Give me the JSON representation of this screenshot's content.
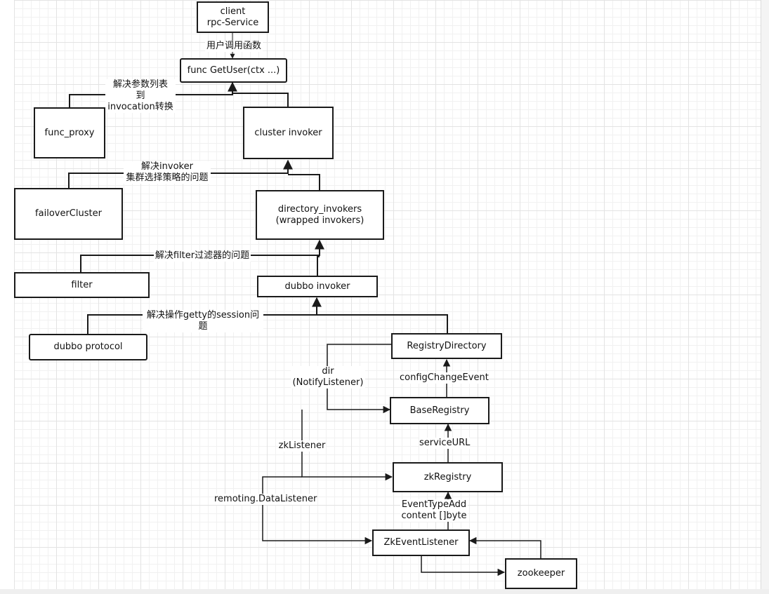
{
  "nodes": {
    "client": "client\nrpc-Service",
    "get_user": "func GetUser(ctx ...)",
    "func_proxy": "func_proxy",
    "cluster_invoker": "cluster invoker",
    "failover_cluster": "failoverCluster",
    "directory_invokers": "directory_invokers\n(wrapped invokers)",
    "filter": "filter",
    "dubbo_invoker": "dubbo invoker",
    "dubbo_protocol": "dubbo protocol",
    "registry_directory": "RegistryDirectory",
    "base_registry": "BaseRegistry",
    "zk_registry": "zkRegistry",
    "zk_event_listener": "ZkEventListener",
    "zookeeper": "zookeeper"
  },
  "labels": {
    "user_call": "用户调用函数",
    "proxy_note": "解决参数列表\n到\ninvocation转换",
    "cluster_note": "解决invoker\n集群选择策略的问题",
    "filter_note": "解决filter过滤器的问题",
    "protocol_note": "解决操作getty的session问题",
    "dir_notify": "dir\n(NotifyListener)",
    "config_change": "configChangeEvent",
    "zk_listener": "zkListener",
    "service_url": "serviceURL",
    "data_listener": "remoting.DataListener",
    "event_type": "EventTypeAdd\ncontent []byte"
  },
  "colors": {
    "stroke": "#1a1a1a",
    "grid_major": "#e3e3e3",
    "grid_minor": "#f1f1f1"
  }
}
